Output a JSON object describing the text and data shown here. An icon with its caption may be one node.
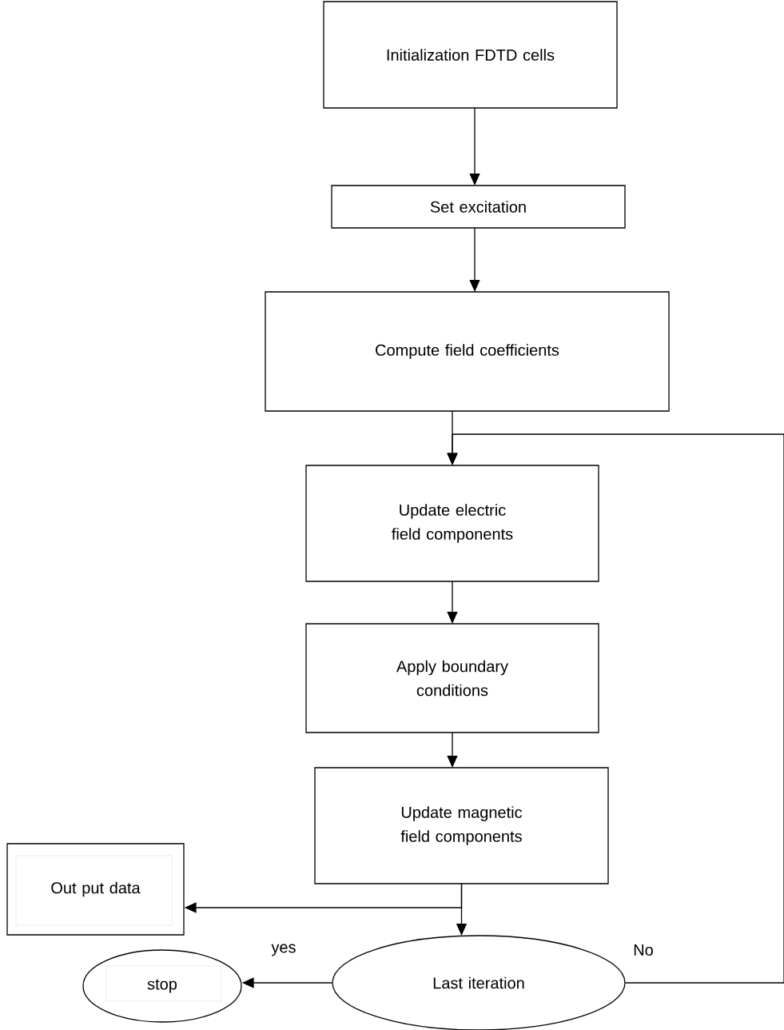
{
  "diagram": {
    "nodes": [
      {
        "text": [
          "Initialization FDTD cells"
        ]
      },
      {
        "text": [
          "Set excitation"
        ]
      },
      {
        "text": [
          "Compute field coefficients"
        ]
      },
      {
        "text": [
          "Update electric field components"
        ]
      },
      {
        "text": [
          "Apply boundary conditions"
        ]
      },
      {
        "text": [
          "Update magnetic field components"
        ]
      },
      {
        "text": [
          "Out put data"
        ]
      },
      {
        "text": [
          "Last iteration"
        ]
      },
      {
        "text": [
          "stop"
        ]
      }
    ],
    "edges": [
      {
        "from": 0,
        "to": 1,
        "arrow": "to"
      },
      {
        "from": 1,
        "to": 2,
        "arrow": "to"
      },
      {
        "from": 2,
        "to": 3,
        "arrow": "to"
      },
      {
        "from": 3,
        "to": 4,
        "arrow": "to"
      },
      {
        "from": 4,
        "to": 5,
        "arrow": "to"
      },
      {
        "from": 5,
        "to": 6,
        "arrow": "to"
      },
      {
        "from": 5,
        "to": 7,
        "arrow": "to"
      },
      {
        "from": 7,
        "to": 8,
        "arrow": "to",
        "label": "yes"
      },
      {
        "from": 7,
        "to": 3,
        "arrow": "to",
        "label": "No"
      }
    ]
  }
}
